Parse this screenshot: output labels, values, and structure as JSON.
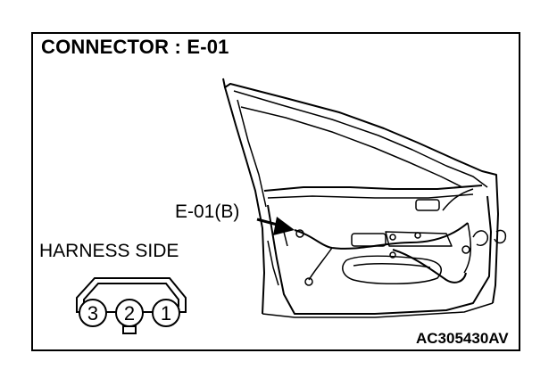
{
  "title": "CONNECTOR : E-01",
  "harness_label": "HARNESS SIDE",
  "callout_label": "E-01(B)",
  "figure_code": "AC305430AV",
  "connector_pins": [
    "3",
    "2",
    "1"
  ]
}
